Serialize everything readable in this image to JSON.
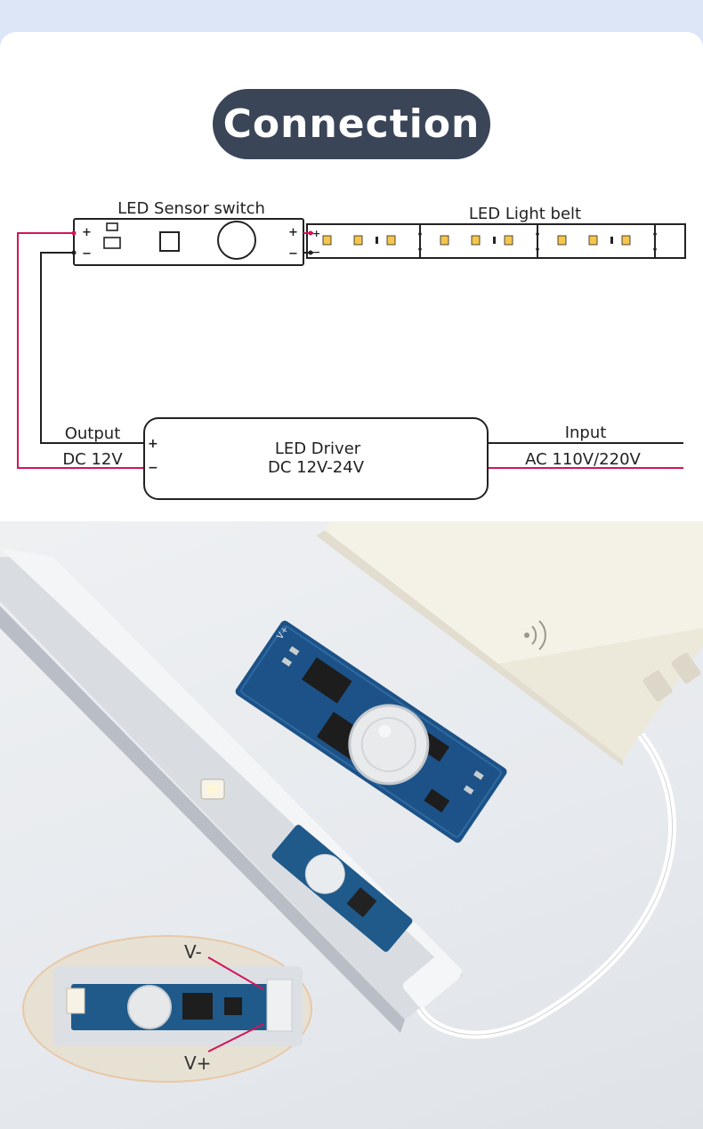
{
  "title": "Connection",
  "diagram": {
    "sensor_switch_label": "LED Sensor switch",
    "light_belt_label": "LED Light belt",
    "driver": {
      "line1": "LED Driver",
      "line2": "DC 12V-24V"
    },
    "output": {
      "label": "Output",
      "voltage": "DC 12V"
    },
    "input": {
      "label": "Input",
      "voltage": "AC 110V/220V"
    },
    "plus": "+",
    "minus": "−",
    "wire_colors": {
      "positive": "#d4145a",
      "negative": "#222222"
    }
  },
  "photo": {
    "pin_minus_label": "V-",
    "pin_plus_label": "V+",
    "board_marking": "V+"
  }
}
